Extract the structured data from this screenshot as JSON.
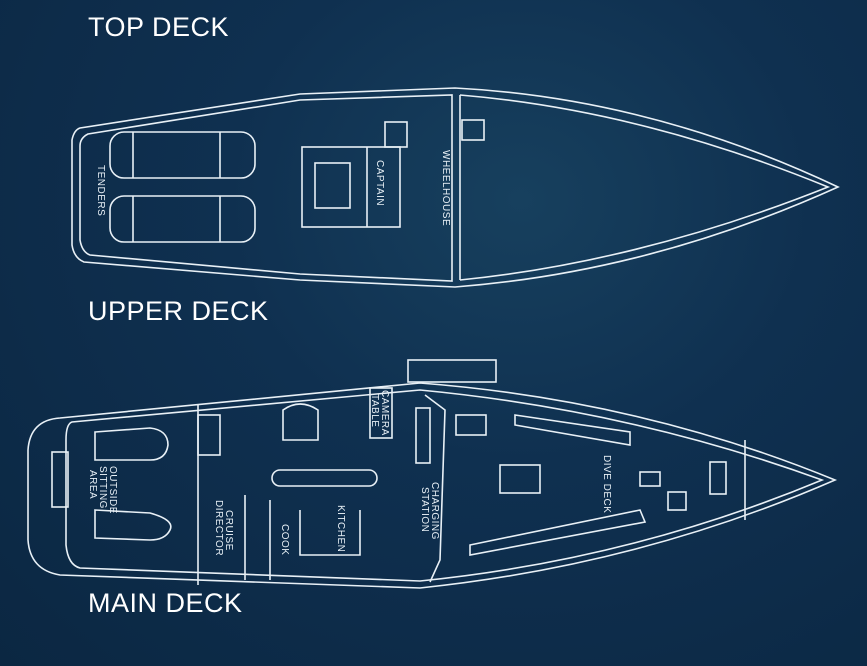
{
  "decks": {
    "top": "TOP DECK",
    "upper": "UPPER DECK",
    "main": "MAIN DECK"
  },
  "rooms": {
    "tenders": "TENDERS",
    "captain": "CAPTAIN",
    "wheelhouse": "WHEELHOUSE",
    "outside_sitting_area_1": "OUTSIDE",
    "outside_sitting_area_2": "SITTING",
    "outside_sitting_area_3": "AREA",
    "camera_table_1": "CAMERA",
    "camera_table_2": "TABLE",
    "cruise_director_1": "CRUISE",
    "cruise_director_2": "DIRECTOR",
    "cook": "COOK",
    "kitchen": "KITCHEN",
    "charging_station_1": "CHARGING",
    "charging_station_2": "STATION",
    "dive_deck": "DIVE DECK"
  },
  "colors": {
    "background": "#0e2c49",
    "lines": "#e8f0f6"
  }
}
